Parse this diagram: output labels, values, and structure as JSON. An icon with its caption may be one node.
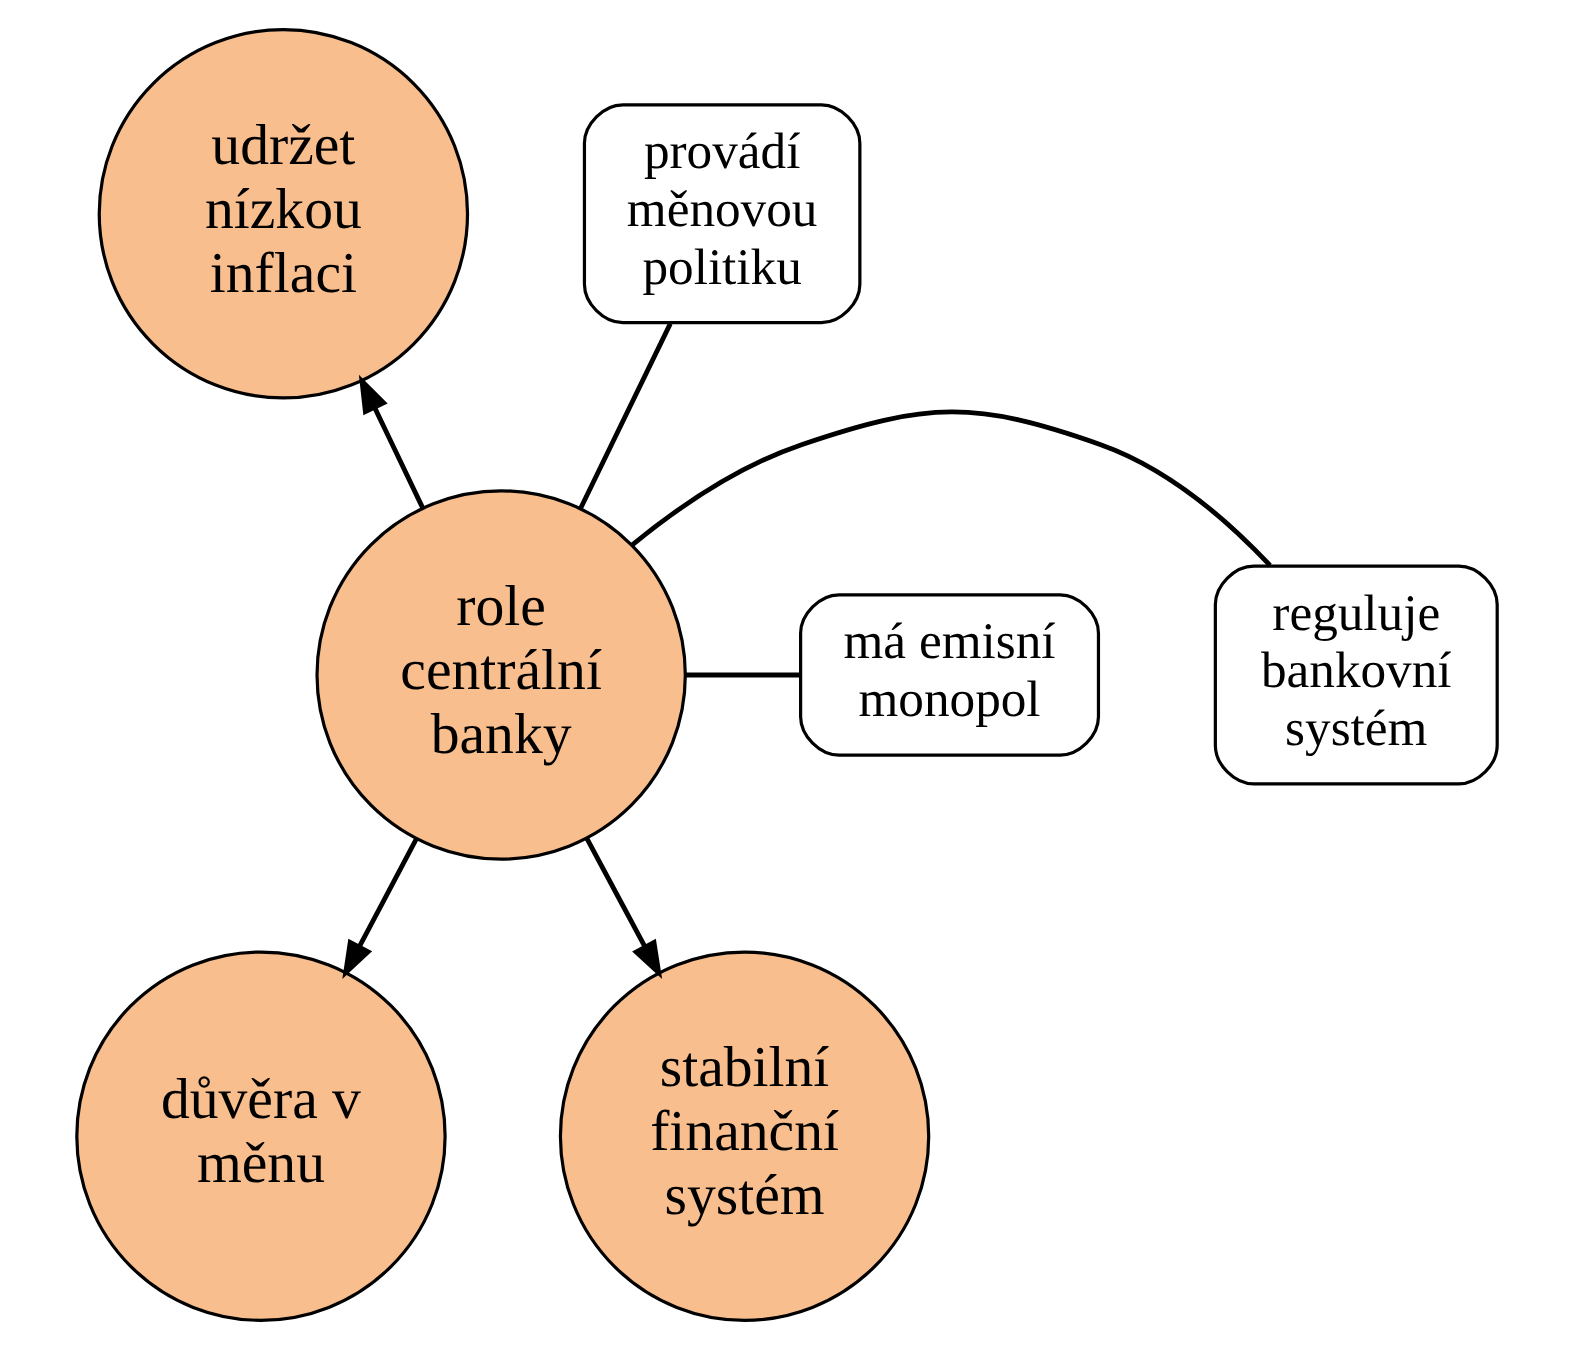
{
  "diagram": {
    "nodes": [
      {
        "text": [
          "role centrální banky"
        ]
      },
      {
        "text": [
          "udržet nízkou inflaci"
        ]
      },
      {
        "text": [
          "důvěra v měnu"
        ]
      },
      {
        "text": [
          "stabilní finanční systém"
        ]
      },
      {
        "text": [
          "provádí měnovou politiku"
        ]
      },
      {
        "text": [
          "má emisní monopol"
        ]
      },
      {
        "text": [
          "reguluje bankovní systém"
        ]
      }
    ],
    "edges": [
      {
        "from": 0,
        "to": 1,
        "arrow": "to"
      },
      {
        "from": 0,
        "to": 2,
        "arrow": "to"
      },
      {
        "from": 0,
        "to": 3,
        "arrow": "to"
      },
      {
        "from": 4,
        "to": 0,
        "arrow": "none"
      },
      {
        "from": 5,
        "to": 0,
        "arrow": "none"
      },
      {
        "from": 6,
        "to": 0,
        "arrow": "none"
      }
    ]
  }
}
